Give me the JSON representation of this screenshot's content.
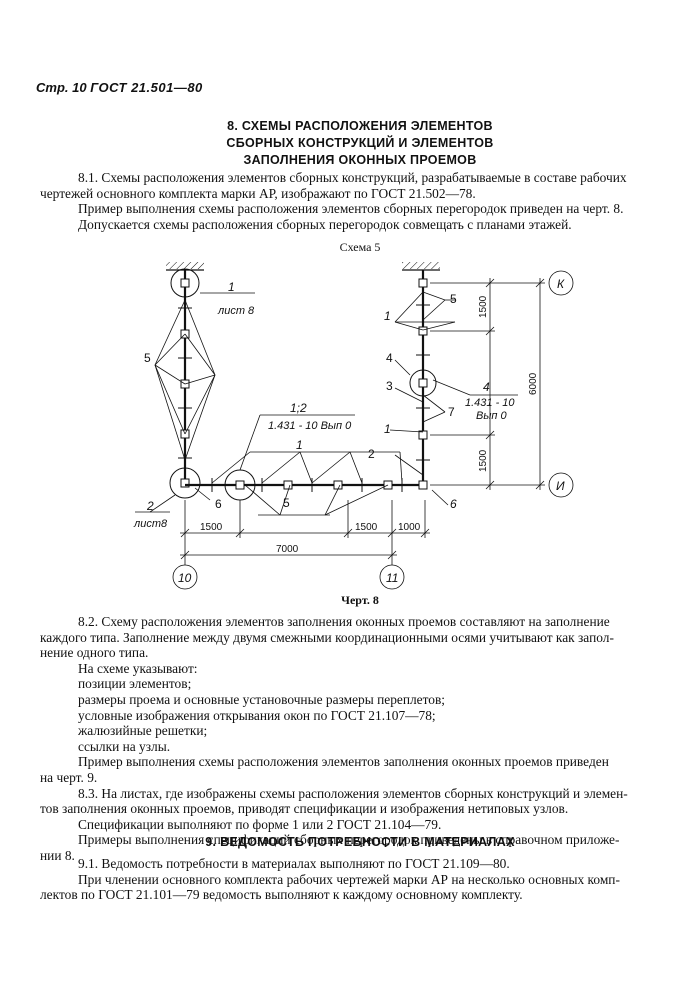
{
  "header": {
    "page_label": "Стр. 10",
    "standard": "ГОСТ 21.501—80"
  },
  "section8": {
    "title": [
      "8. СХЕМЫ РАСПОЛОЖЕНИЯ ЭЛЕМЕНТОВ",
      "СБОРНЫХ КОНСТРУКЦИЙ И ЭЛЕМЕНТОВ",
      "ЗАПОЛНЕНИЯ ОКОННЫХ ПРОЕМОВ"
    ],
    "p1": [
      "8.1. Схемы расположения элементов сборных конструкций, разрабатываемые в составе рабочих",
      "чертежей основного комплекта марки АР, изображают по ГОСТ 21.502—78.",
      "Пример выполнения схемы расположения элементов сборных перегородок приведен на черт. 8.",
      "Допускается схемы расположения сборных перегородок совмещать с планами этажей."
    ],
    "scheme_title": "Схема 5",
    "figure_caption": "Черт. 8",
    "p2": [
      "8.2. Схему расположения элементов заполнения оконных проемов составляют на заполнение",
      "каждого типа. Заполнение между двумя смежными координационными осями учитывают как запол-",
      "нение одного типа.",
      "На схеме указывают:",
      "позиции элементов;",
      "размеры проема и основные установочные размеры переплетов;",
      "условные изображения открывания окон по ГОСТ 21.107—78;",
      "жалюзийные решетки;",
      "ссылки на узлы.",
      "Пример выполнения схемы расположения элементов заполнения оконных проемов приведен",
      "на черт. 9.",
      "8.3. На листах, где изображены схемы расположения элементов сборных конструкций и элемен-",
      "тов заполнения оконных проемов, приводят спецификации и изображения нетиповых узлов.",
      "Спецификации выполняют по форме 1 или 2 ГОСТ 21.104—79.",
      "Примеры выполнения спецификаций сборных перегородок приведены в справочном приложе-",
      "нии 8."
    ]
  },
  "section9": {
    "title": "9. ВЕДОМОСТЬ ПОТРЕБНОСТИ В МАТЕРИАЛАХ",
    "p1": [
      "9.1. Ведомость потребности в материалах выполняют по ГОСТ 21.109—80.",
      "При членении основного комплекта рабочих чертежей марки АР на несколько основных комп-",
      "лектов по ГОСТ 21.101—79 ведомость выполняют к каждому основному комплекту."
    ]
  },
  "drawing": {
    "axis_K": "К",
    "axis_I": "И",
    "axis_10": "10",
    "axis_11": "11",
    "dim_1500_top": "1500",
    "dim_6000": "6000",
    "dim_1500_right": "1500",
    "dim_1500_a": "1500",
    "dim_1500_b": "1500",
    "dim_1000": "1000",
    "dim_7000": "7000",
    "n1": "1",
    "n1_sheet": "лист 8",
    "n2": "2",
    "n2_sheet": "лист8",
    "n5_left": "5",
    "n6_left": "6",
    "n12": "1;2",
    "n12_ref": "1.431 - 10 Вып 0",
    "n1_mid": "1",
    "n5_mid": "5",
    "n5_right": "5",
    "n1_right": "1",
    "n4_right": "4",
    "n3_right": "3",
    "n4_label": "4",
    "n4_ref1": "1.431 - 10",
    "n4_ref2": "Вып 0",
    "n7": "7",
    "n1_right_low": "1",
    "n2_right": "2",
    "n6_right": "6"
  }
}
